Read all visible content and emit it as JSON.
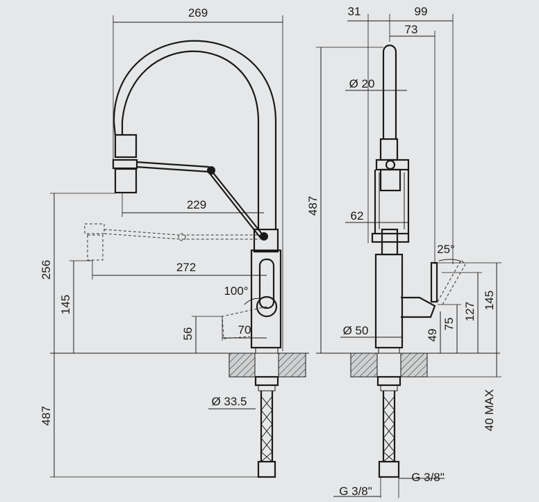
{
  "drawing": {
    "front_view": {
      "overall_width": "269",
      "spout_reach": "229",
      "extended_reach": "272",
      "height_to_spout": "256",
      "height_to_handle": "145",
      "handle_base_height": "56",
      "handle_offset": "70",
      "handle_angle": "100°",
      "shank_diameter": "Ø 33.5",
      "hose_length": "487"
    },
    "side_view": {
      "offset_rear": "31",
      "depth_total": "99",
      "depth_spout": "73",
      "spout_diameter": "Ø 20",
      "overall_height": "487",
      "clip_width": "62",
      "body_diameter": "Ø 50",
      "handle_angle": "25°",
      "lever_height": "145",
      "lever_mid_height": "127",
      "lever_low_height": "75",
      "lever_base_height": "49",
      "max_deck_thickness": "40 MAX",
      "connection_left": "G 3/8\"",
      "connection_right": "G 3/8\""
    }
  }
}
